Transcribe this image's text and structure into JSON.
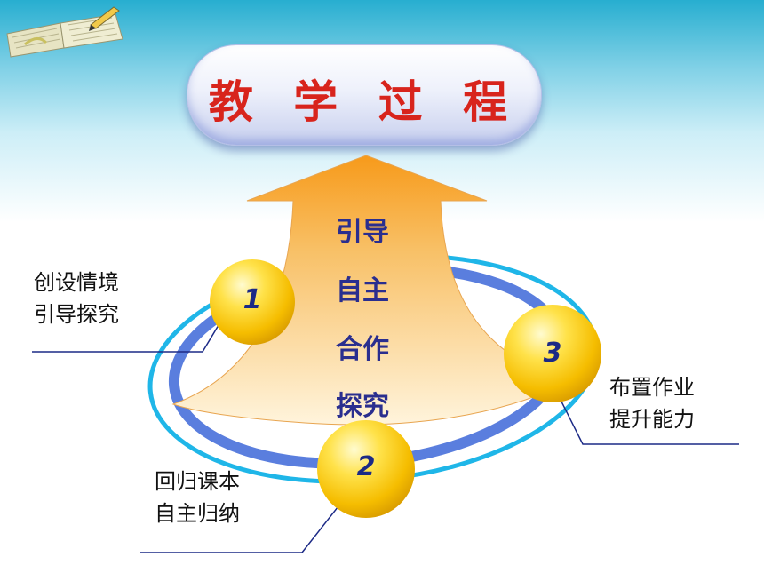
{
  "title": "教 学 过 程",
  "arrow_text": [
    "引导",
    "自主",
    "合作",
    "探究"
  ],
  "steps": [
    {
      "number": "1",
      "lines": [
        "创设情境",
        "引导探究"
      ]
    },
    {
      "number": "2",
      "lines": [
        "回归课本",
        "自主归纳"
      ]
    },
    {
      "number": "3",
      "lines": [
        "布置作业",
        "提升能力"
      ]
    }
  ],
  "colors": {
    "title_red": "#d8241c",
    "arrow_text": "#2a2e8f",
    "ball_gold": "#f6c400",
    "ring_blue": "#3d67d8",
    "ring_cyan": "#1fb6e8",
    "leader_line": "#1c2a86"
  },
  "icons": {
    "header_decoration": "open-book-icon"
  }
}
